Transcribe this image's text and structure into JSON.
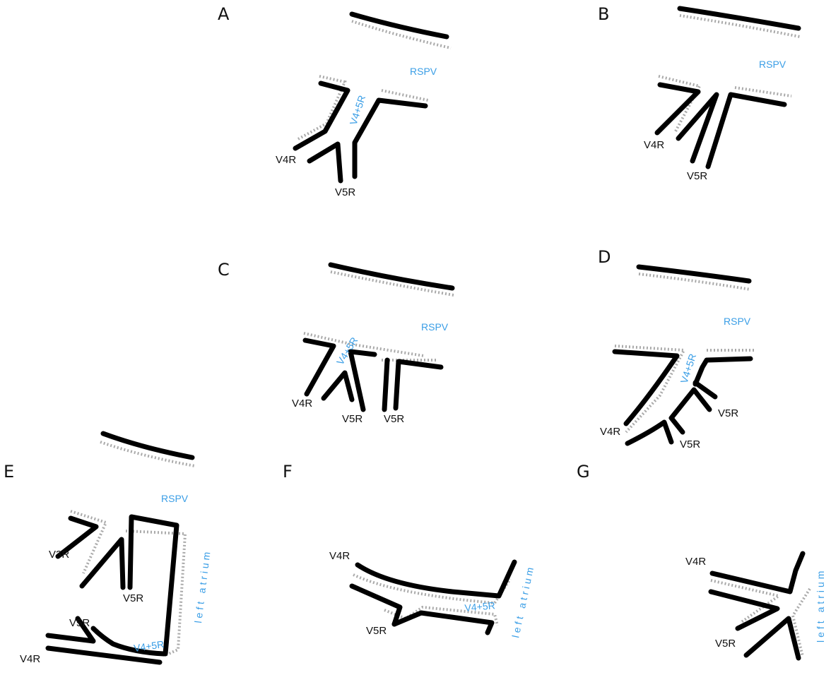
{
  "panels": [
    {
      "letter": "A",
      "labels": {
        "rspv": "RSPV",
        "trunk": "V4+5R",
        "v4r": "V4R",
        "v5r": "V5R"
      }
    },
    {
      "letter": "B",
      "labels": {
        "rspv": "RSPV",
        "v4r": "V4R",
        "v5r": "V5R"
      }
    },
    {
      "letter": "C",
      "labels": {
        "rspv": "RSPV",
        "trunk": "V4+5R",
        "v4r": "V4R",
        "v5r_a": "V5R",
        "v5r_b": "V5R"
      }
    },
    {
      "letter": "D",
      "labels": {
        "rspv": "RSPV",
        "trunk": "V4+5R",
        "v4r": "V4R",
        "v5r_a": "V5R",
        "v5r_b": "V5R"
      }
    },
    {
      "letter": "E",
      "labels": {
        "rspv": "RSPV",
        "v3r": "V3R",
        "v5r_a": "V5R",
        "v5r_b": "V5R",
        "v4r": "V4R",
        "trunk": "V4+5R",
        "atrium": "left atrium"
      }
    },
    {
      "letter": "F",
      "labels": {
        "v4r": "V4R",
        "trunk": "V4+5R",
        "v5r": "V5R",
        "atrium": "left atrium"
      }
    },
    {
      "letter": "G",
      "labels": {
        "v4r": "V4R",
        "v5r": "V5R",
        "atrium": "left atrium"
      }
    }
  ],
  "colors": {
    "vessel": "#000000",
    "label_dark": "#111111",
    "label_blue": "#3a9ee6",
    "wall": "#8e8e8e"
  }
}
